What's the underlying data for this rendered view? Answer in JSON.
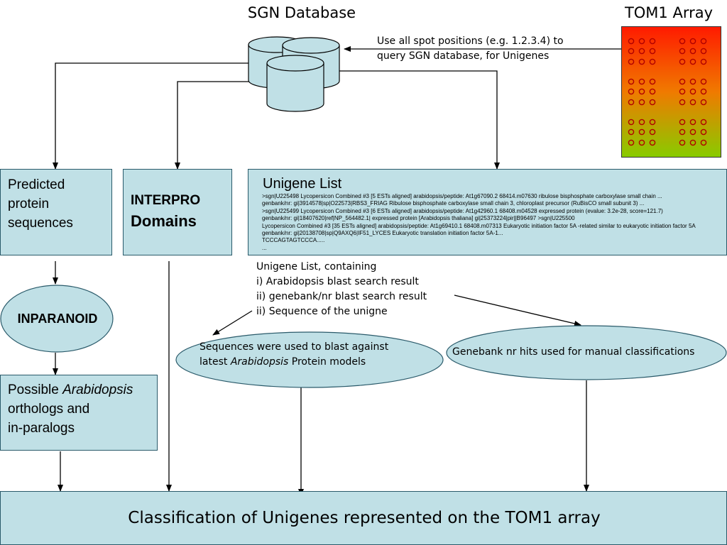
{
  "sgn": {
    "title": "SGN Database"
  },
  "tom1": {
    "title": "TOM1 Array"
  },
  "query_note": [
    "Use all spot positions (e.g. 1.2.3.4) to",
    "query SGN database, for Unigenes"
  ],
  "predicted": {
    "lines": [
      "Predicted",
      "protein",
      "sequences"
    ]
  },
  "interpro": {
    "line1": "INTERPRO",
    "line2": "Domains"
  },
  "unigene": {
    "title": "Unigene List",
    "lines": [
      ">sgn|U225498                Lycopersicon Combined #3 [5 ESTs aligned] arabidopsis/peptide: At1g67090.2 68414.m07630 ribulose bisphosphate carboxylase small chain ...",
      "genbank/nr: gi|3914578|sp|O22573|RBS3_FRIAG Ribulose bisphosphate carboxylase small chain 3, chloroplast precursor (RuBisCO small subunit 3) ...",
      ">sgn|U225499                Lycopersicon Combined #3 [6 ESTs aligned] arabidopsis/peptide: At1g42960.1 68408.m04528 expressed protein  (evalue: 3.2e-28, score=121.7)",
      " genbank/nr: gi|18407620|ref|NP_564482.1| expressed protein [Arabidopsis thaliana] gi|25373224|pir||B96497 >sgn|U225500",
      "Lycopersicon Combined #3 [35 ESTs aligned] arabidopsis/peptide: At1g69410.1 68408.m07313 Eukaryotic initiation factor 5A  -related similar to eukaryotic initiation factor 5A",
      " genbank/nr: gi|20138708|sp|Q9AXQ6|IF51_LYCES Eukaryotic translation initiation factor 5A-1...",
      "TCCCAGTAGTCCCA.....",
      "..."
    ]
  },
  "containing": [
    "Unigene List, containing",
    "i) Arabidopsis blast search result",
    "ii) genebank/nr blast search result",
    "ii) Sequence of the unigne"
  ],
  "inparanoid": {
    "label": "INPARANOID"
  },
  "blast_ellipse": {
    "line1": "Sequences were used to blast against",
    "line2_pre": "latest ",
    "line2_italic": "Arabidopsis",
    "line2_post": " Protein models"
  },
  "genebank_ellipse": {
    "label": "Genebank nr hits used for manual classifications"
  },
  "orthologs": {
    "line1_pre": "Possible ",
    "line1_italic": "Arabidopsis",
    "line2": "orthologs and",
    "line3": "in-paralogs"
  },
  "classification": {
    "label": "Classification of Unigenes represented on the TOM1 array"
  },
  "colors": {
    "box_fill": "#c0e0e6",
    "array_top": "#ff1a00",
    "array_bottom": "#88cc00",
    "spot": "#b00000"
  }
}
